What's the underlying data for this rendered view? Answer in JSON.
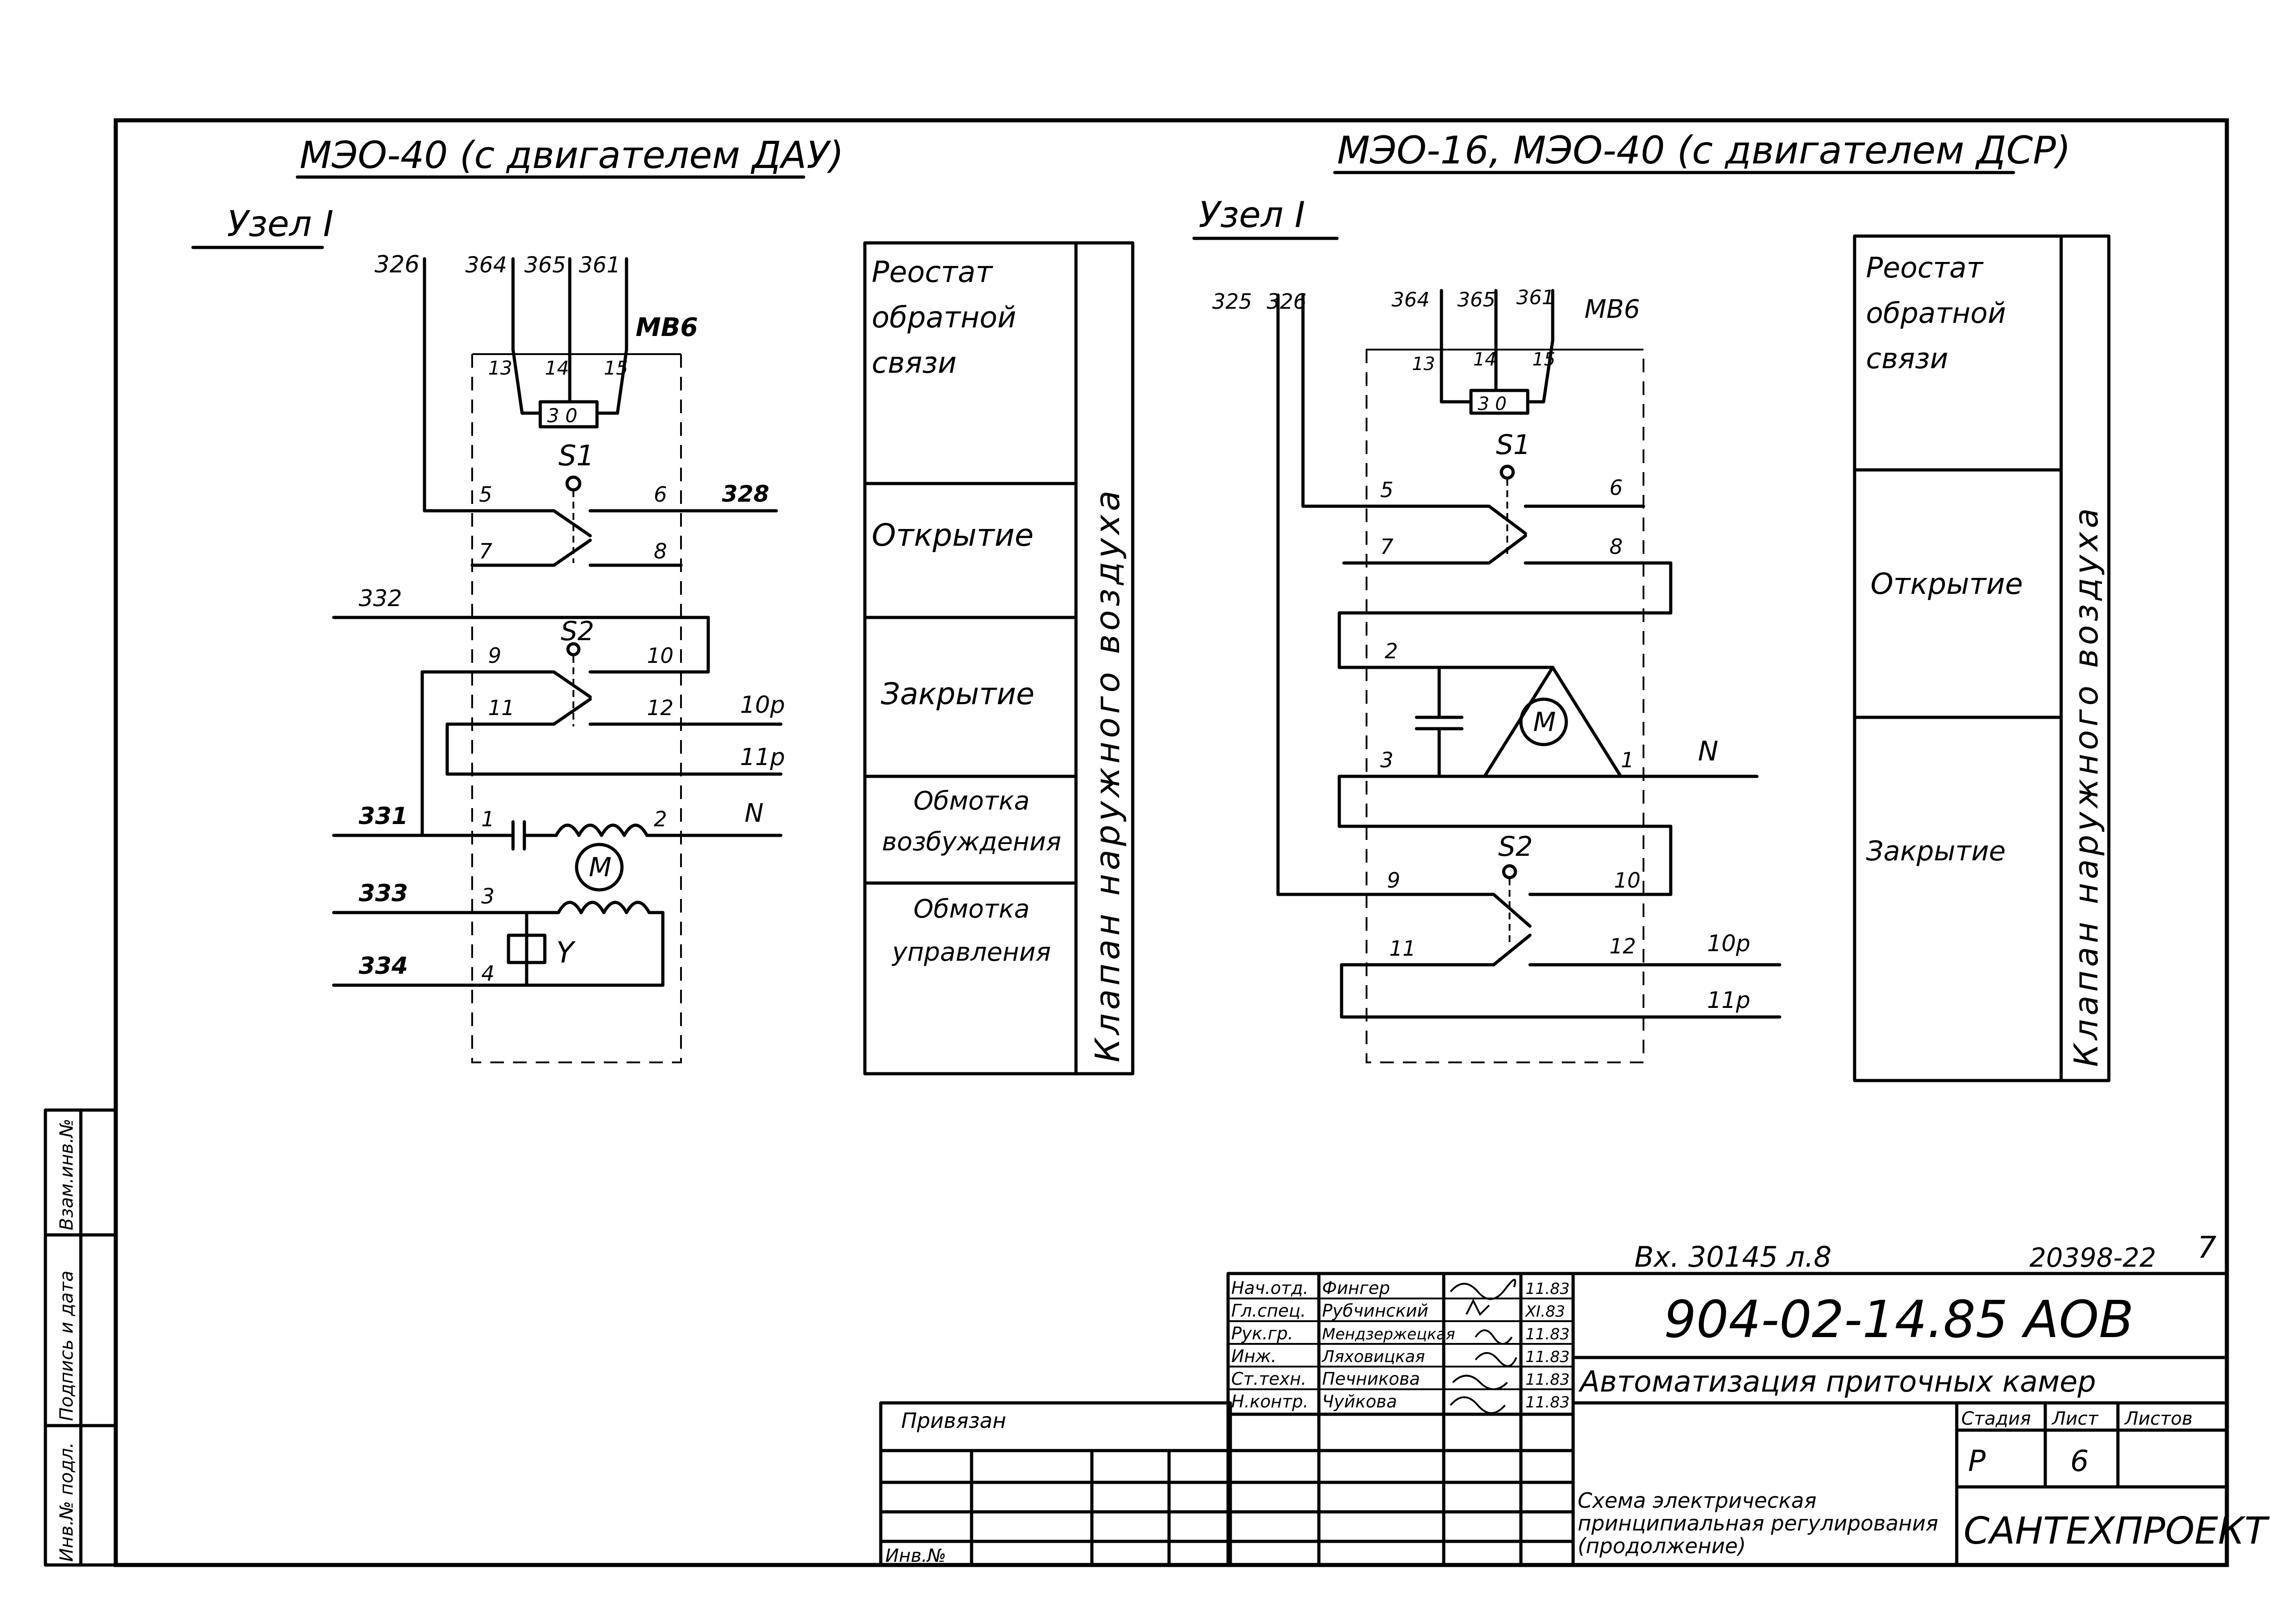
{
  "left_diagram": {
    "title": "МЭО-40 (с двигателем ДАУ)",
    "node": "Узел I",
    "wires_top": [
      "326",
      "364",
      "365",
      "361"
    ],
    "module": "МВ6",
    "module_pins": [
      "13",
      "14",
      "15"
    ],
    "module_switch": "3 0",
    "switch1": "S1",
    "switch2": "S2",
    "terminals": [
      "5",
      "6",
      "7",
      "8",
      "9",
      "10",
      "11",
      "12",
      "1",
      "2",
      "3",
      "4"
    ],
    "wires_side": [
      "328",
      "332",
      "10р",
      "11р",
      "331",
      "N",
      "333",
      "334"
    ],
    "motor": "M",
    "brake": "Y"
  },
  "left_table": {
    "rows": [
      "Реостат обратной связи",
      "Открытие",
      "Закрытие",
      "Обмотка возбуждения",
      "Обмотка управления"
    ],
    "side_label": "Клапан наружного воздуха"
  },
  "right_diagram": {
    "title": "МЭО-16, МЭО-40 (с двигателем ДСР)",
    "node": "Узел I",
    "wires_top": [
      "325",
      "326",
      "364",
      "365",
      "361"
    ],
    "module": "МВ6",
    "module_pins": [
      "13",
      "14",
      "15"
    ],
    "module_switch": "3 0",
    "switch1": "S1",
    "switch2": "S2",
    "terminals": [
      "5",
      "6",
      "7",
      "8",
      "2",
      "3",
      "1",
      "9",
      "10",
      "11",
      "12"
    ],
    "wires_side": [
      "N",
      "10р",
      "11р"
    ],
    "motor": "M"
  },
  "right_table": {
    "rows": [
      "Реостат обратной связи",
      "Открытие",
      "Закрытие"
    ],
    "side_label": "Клапан наружного воздуха"
  },
  "left_margin_stamp": {
    "cells": [
      "Инв.№ подл.",
      "Подпись и дата",
      "Взам.инв.№"
    ]
  },
  "binding_table": {
    "label_bound": "Привязан",
    "label_inv": "Инв.№"
  },
  "title_block": {
    "reference_note": "Вх. 30145 л.8",
    "sheet_ref": "20398-22",
    "sheet_corner": "7",
    "code": "904-02-14.85 АОВ",
    "project_name": "Автоматизация приточных камер",
    "drawing_title": "Схема электрическая принципиальная регулирования (продолжение)",
    "stage_header": "Стадия",
    "sheet_header": "Лист",
    "sheets_header": "Листов",
    "stage": "Р",
    "sheet": "6",
    "organization": "САНТЕХПРОЕКТ",
    "signatures": [
      {
        "role": "Нач.отд.",
        "name": "Фингер",
        "date": "11.83"
      },
      {
        "role": "Гл.спец.",
        "name": "Рубчинский",
        "date": "XI.83"
      },
      {
        "role": "Рук.гр.",
        "name": "Мендзержецкая",
        "date": "11.83"
      },
      {
        "role": "Инж.",
        "name": "Ляховицкая",
        "date": "11.83"
      },
      {
        "role": "Ст.техн.",
        "name": "Печникова",
        "date": "11.83"
      },
      {
        "role": "Н.контр.",
        "name": "Чуйкова",
        "date": "11.83"
      }
    ]
  }
}
